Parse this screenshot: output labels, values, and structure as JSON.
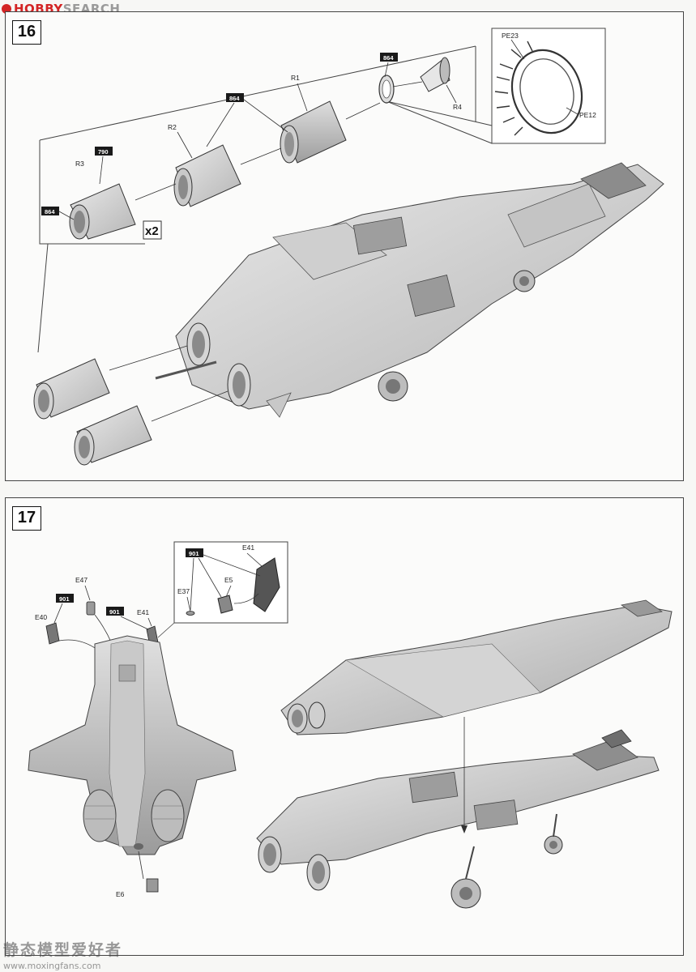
{
  "watermark": {
    "top_brand": "HOBBY",
    "top_brand_suffix": "SEARCH",
    "bottom_cn": "静态模型爱好者",
    "bottom_url": "www.moxingfans.com"
  },
  "step16": {
    "number": "16",
    "labels": {
      "r1": "R1",
      "r2": "R2",
      "r3": "R3",
      "r4": "R4",
      "pe23": "PE23",
      "pe12": "PE12",
      "multiplier": "x2"
    },
    "badges": {
      "b864_a": "864",
      "b864_b": "864",
      "b864_c": "864",
      "b790": "790"
    }
  },
  "step17": {
    "number": "17",
    "labels": {
      "e47": "E47",
      "e40": "E40",
      "e41_a": "E41",
      "e41_b": "E41",
      "e37": "E37",
      "e5": "E5",
      "e6": "E6"
    },
    "badges": {
      "b901_a": "901",
      "b901_b": "901",
      "b901_c": "901"
    }
  },
  "colors": {
    "badge": "#1a1a1a",
    "line": "#333333",
    "part_fill": "#d9d9d9",
    "part_dark": "#a8a8a8"
  }
}
